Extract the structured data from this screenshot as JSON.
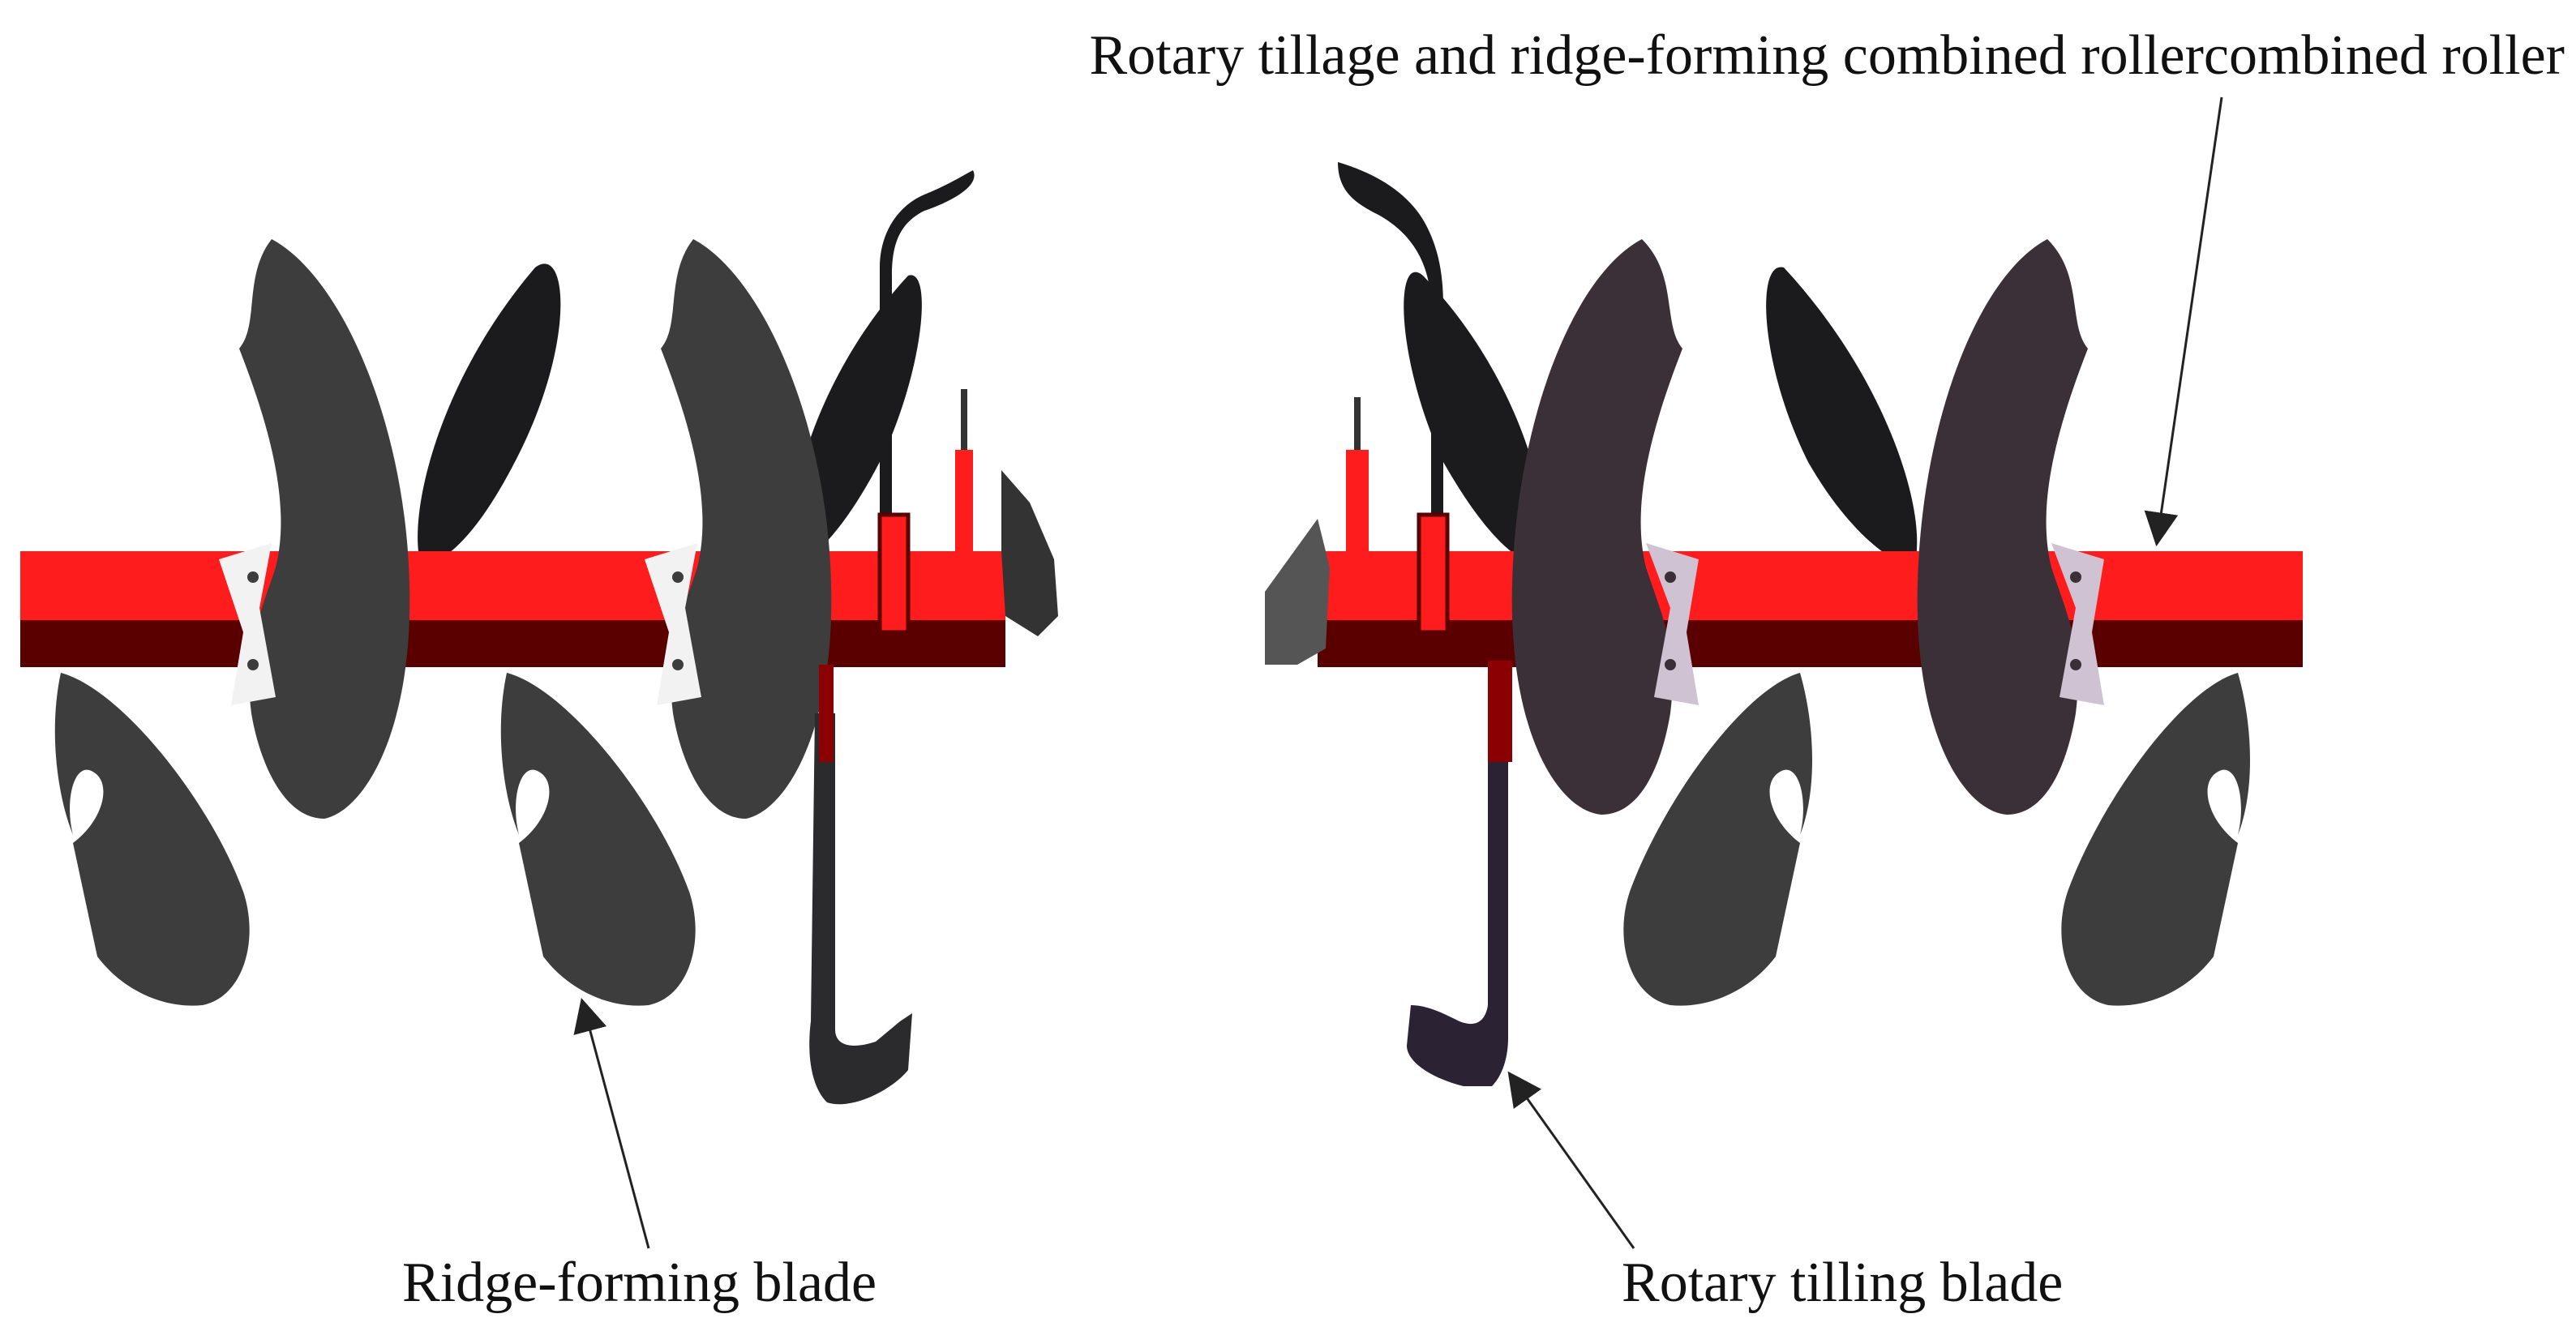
{
  "labels": {
    "combined_roller": "Rotary tillage and ridge-forming combined rollercombined roller",
    "ridge_forming_blade": "Ridge-forming blade",
    "rotary_tilling_blade": "Rotary tilling blade"
  },
  "colors": {
    "shaft": "#ff1c1c",
    "shaft_shadow": "#5a0000",
    "blade_dark": "#3d3d3d",
    "blade_black": "#1b1a1c",
    "blade_purple": "#3c3038",
    "flange_white": "#f2f2f2",
    "flange_lilac": "#cfc3d3",
    "leader_line": "#222222"
  }
}
